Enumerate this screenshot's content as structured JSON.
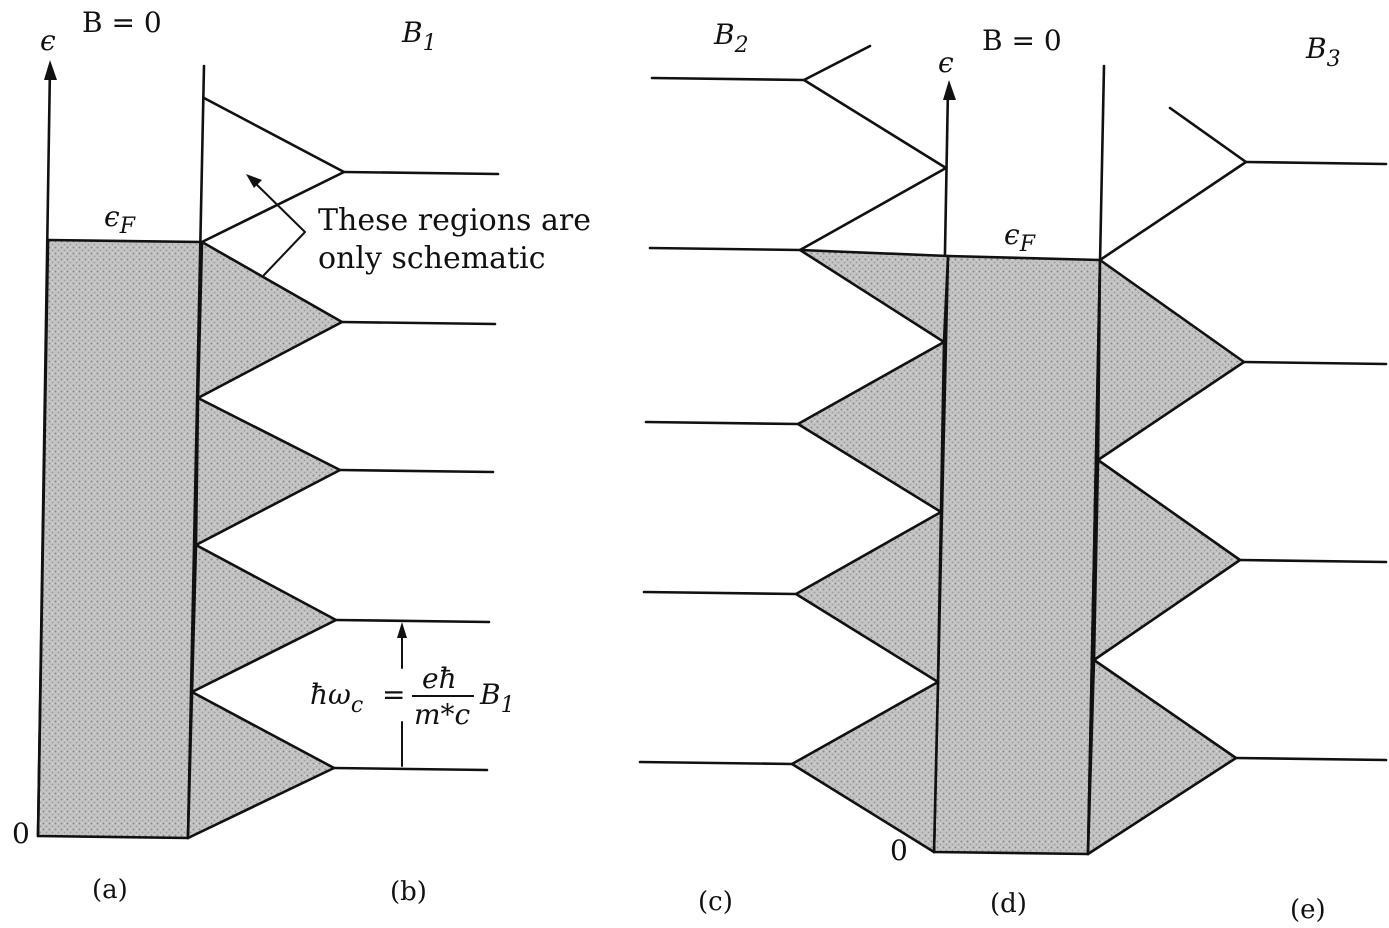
{
  "left_figure": {
    "panel_a_field": "B = 0",
    "panel_b_field": "B",
    "panel_b_field_sub": "1",
    "energy_axis": "ϵ",
    "fermi_label": "ϵ",
    "fermi_sub": "F",
    "zero": "0",
    "note_line1": "These regions are",
    "note_line2": "only schematic",
    "spacing_lhs": "ħω",
    "spacing_lhs_sub": "c",
    "spacing_eq": "=",
    "spacing_num": "eħ",
    "spacing_den": "m*c",
    "spacing_B": "B",
    "spacing_B_sub": "1",
    "cap_a": "(a)",
    "cap_b": "(b)"
  },
  "right_figure": {
    "panel_c_field": "B",
    "panel_c_field_sub": "2",
    "panel_d_field": "B = 0",
    "panel_e_field": "B",
    "panel_e_field_sub": "3",
    "energy_axis": "ϵ",
    "fermi_label": "ϵ",
    "fermi_sub": "F",
    "zero": "0",
    "cap_c": "(c)",
    "cap_d": "(d)",
    "cap_e": "(e)"
  },
  "colors": {
    "ink": "#111111",
    "shade": "#bdbdbd",
    "background": "#ffffff"
  }
}
